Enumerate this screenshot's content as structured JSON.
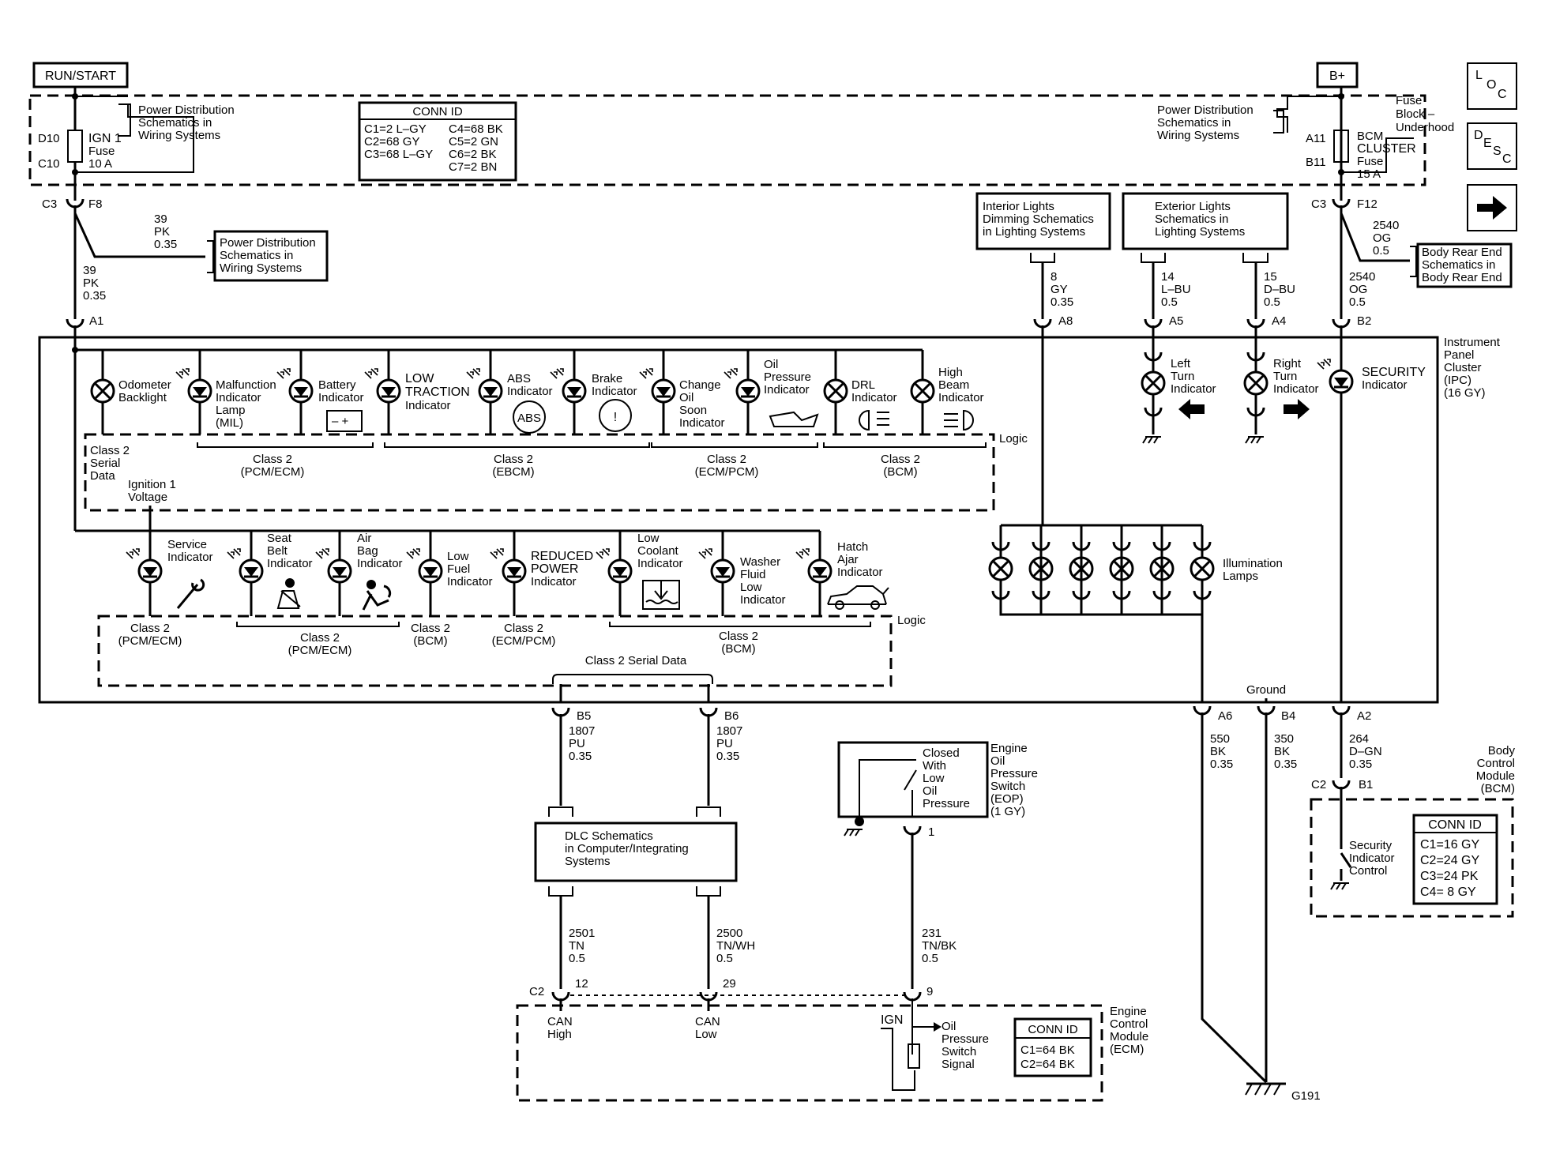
{
  "power": {
    "run_start": "RUN/START",
    "bplus": "B+",
    "fuse_block": [
      "Fuse",
      "Block –",
      "Underhood"
    ],
    "pds_left": [
      "Power Distribution",
      "Schematics in",
      "Wiring Systems"
    ],
    "pds_right": [
      "Power Distribution",
      "Schematics in",
      "Wiring Systems"
    ],
    "pds_mid": [
      "Power Distribution",
      "Schematics in",
      "Wiring Systems"
    ],
    "ign_fuse": [
      "IGN 1",
      "Fuse",
      "10 A"
    ],
    "ign_pins": [
      "D10",
      "C10"
    ],
    "bcm_fuse": [
      "BCM",
      "CLUSTER",
      "Fuse",
      "15 A"
    ],
    "bcm_pins": [
      "A11",
      "B11"
    ],
    "conn_id_title": "CONN ID",
    "conn_id_rows": [
      [
        "C1=2 L–GY",
        "C4=68 BK"
      ],
      [
        "C2=68 GY",
        "C5=2 GN"
      ],
      [
        "C3=68 L–GY",
        "C6=2 BK"
      ],
      [
        "",
        "C7=2 BN"
      ]
    ]
  },
  "nav": {
    "loc": [
      "L",
      "O",
      "C"
    ],
    "desc": [
      "D",
      "E",
      "S",
      "C"
    ],
    "next_arrow": "→"
  },
  "wires": {
    "left_c3": "C3",
    "left_f8": "F8",
    "w39a": [
      "39",
      "PK",
      "0.35"
    ],
    "w39b": [
      "39",
      "PK",
      "0.35"
    ],
    "a1": "A1",
    "right_c3": "C3",
    "right_f12": "F12",
    "w2540a": [
      "2540",
      "OG",
      "0.5"
    ],
    "w2540b": [
      "2540",
      "OG",
      "0.5"
    ],
    "body_rear": [
      "Body Rear End",
      "Schematics in",
      "Body Rear End"
    ],
    "b2": "B2",
    "interior": [
      "Interior Lights",
      "Dimming Schematics",
      "in Lighting Systems"
    ],
    "exterior": [
      "Exterior Lights",
      "Schematics in",
      "Lighting Systems"
    ],
    "w8": [
      "8",
      "GY",
      "0.35"
    ],
    "w14": [
      "14",
      "L–BU",
      "0.5"
    ],
    "w15": [
      "15",
      "D–BU",
      "0.5"
    ],
    "a8": "A8",
    "a5": "A5",
    "a4": "A4"
  },
  "ipc": {
    "title": [
      "Instrument",
      "Panel",
      "Cluster",
      "(IPC)",
      "(16 GY)"
    ],
    "row1": {
      "odometer": [
        "Odometer",
        "Backlight"
      ],
      "mil": [
        "Malfunction",
        "Indicator",
        "Lamp",
        "(MIL)"
      ],
      "battery": [
        "Battery",
        "Indicator"
      ],
      "traction": [
        "LOW",
        "TRACTION",
        "Indicator"
      ],
      "abs": [
        "ABS",
        "Indicator"
      ],
      "abs_glyph": "ABS",
      "brake": [
        "Brake",
        "Indicator"
      ],
      "brake_glyph": "!",
      "change_oil": [
        "Change",
        "Oil",
        "Soon",
        "Indicator"
      ],
      "oil_pressure": [
        "Oil",
        "Pressure",
        "Indicator"
      ],
      "drl": [
        "DRL",
        "Indicator"
      ],
      "high_beam": [
        "High",
        "Beam",
        "Indicator"
      ]
    },
    "logic_a": "Logic",
    "serial_data": [
      "Class 2",
      "Serial",
      "Data"
    ],
    "ignition_voltage": [
      "Ignition 1",
      "Voltage"
    ],
    "groups_a": [
      [
        "Class 2",
        "(PCM/ECM)"
      ],
      [
        "Class 2",
        "(EBCM)"
      ],
      [
        "Class 2",
        "(ECM/PCM)"
      ],
      [
        "Class 2",
        "(BCM)"
      ]
    ],
    "row2": {
      "service": [
        "Service",
        "Indicator"
      ],
      "seat_belt": [
        "Seat",
        "Belt",
        "Indicator"
      ],
      "air_bag": [
        "Air",
        "Bag",
        "Indicator"
      ],
      "low_fuel": [
        "Low",
        "Fuel",
        "Indicator"
      ],
      "reduced_power": [
        "REDUCED",
        "POWER",
        "Indicator"
      ],
      "low_coolant": [
        "Low",
        "Coolant",
        "Indicator"
      ],
      "washer": [
        "Washer",
        "Fluid",
        "Low",
        "Indicator"
      ],
      "hatch": [
        "Hatch",
        "Ajar",
        "Indicator"
      ]
    },
    "logic_b": "Logic",
    "groups_b": [
      [
        "Class 2",
        "(PCM/ECM)"
      ],
      [
        "Class 2",
        "(PCM/ECM)"
      ],
      [
        "Class 2",
        "(BCM)"
      ],
      [
        "Class 2",
        "(ECM/PCM)"
      ],
      [
        "Class 2",
        "(BCM)"
      ]
    ],
    "class2_serial": "Class 2 Serial Data",
    "left_turn": [
      "Left",
      "Turn",
      "Indicator"
    ],
    "right_turn": [
      "Right",
      "Turn",
      "Indicator"
    ],
    "security": [
      "SECURITY",
      "Indicator"
    ],
    "illumination": [
      "Illumination",
      "Lamps"
    ],
    "ground": "Ground"
  },
  "lower": {
    "b5": "B5",
    "b6": "B6",
    "w1807a": [
      "1807",
      "PU",
      "0.35"
    ],
    "w1807b": [
      "1807",
      "PU",
      "0.35"
    ],
    "dlc": [
      "DLC Schematics",
      "in Computer/Integrating",
      "Systems"
    ],
    "w2501": [
      "2501",
      "TN",
      "0.5"
    ],
    "w2500": [
      "2500",
      "TN/WH",
      "0.5"
    ],
    "w231": [
      "231",
      "TN/BK",
      "0.5"
    ],
    "c2": "C2",
    "pin12": "12",
    "pin29": "29",
    "pin9": "9",
    "pin1": "1",
    "eop_title": [
      "Engine",
      "Oil",
      "Pressure",
      "Switch",
      "(EOP)",
      "(1 GY)"
    ],
    "eop_switch": [
      "Closed",
      "With",
      "Low",
      "Oil",
      "Pressure"
    ],
    "can_high": [
      "CAN",
      "High"
    ],
    "can_low": [
      "CAN",
      "Low"
    ],
    "ign": "IGN",
    "oil_signal": [
      "Oil",
      "Pressure",
      "Switch",
      "Signal"
    ],
    "ecm_conn_title": "CONN ID",
    "ecm_conn_rows": [
      "C1=64 BK",
      "C2=64 BK"
    ],
    "ecm_title": [
      "Engine",
      "Control",
      "Module",
      "(ECM)"
    ],
    "a6": "A6",
    "b4": "B4",
    "w550": [
      "550",
      "BK",
      "0.35"
    ],
    "w350": [
      "350",
      "BK",
      "0.35"
    ],
    "g191": "G191",
    "a2": "A2",
    "w264": [
      "264",
      "D–GN",
      "0.35"
    ],
    "c2b": "C2",
    "b1": "B1",
    "bcm_title": [
      "Body",
      "Control",
      "Module",
      "(BCM)"
    ],
    "security_control": [
      "Security",
      "Indicator",
      "Control"
    ],
    "bcm_conn_title": "CONN ID",
    "bcm_conn_rows": [
      "C1=16 GY",
      "C2=24 GY",
      "C3=24 PK",
      "C4=  8 GY"
    ]
  }
}
